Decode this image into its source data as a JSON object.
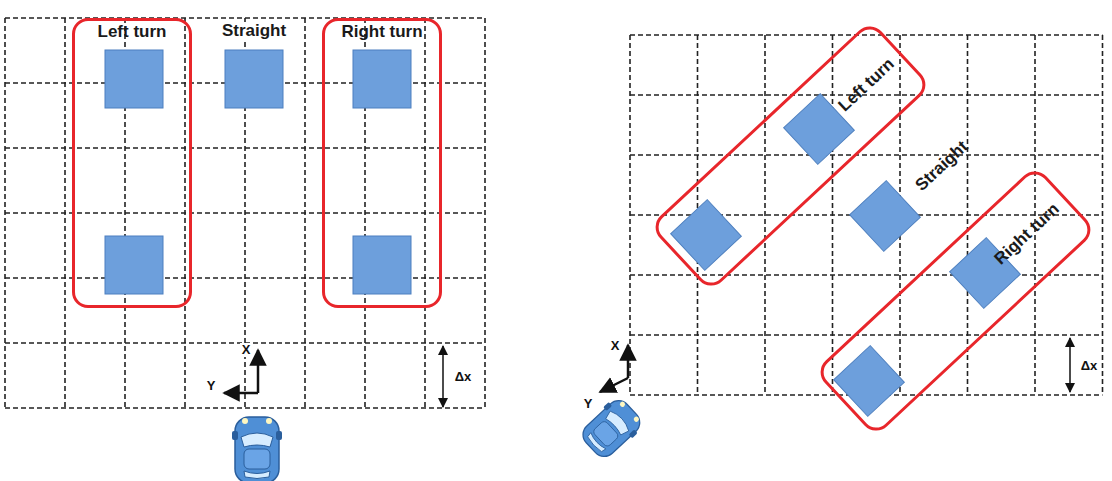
{
  "diagram": {
    "nodes": [
      {
        "text": [
          "Left turn"
        ]
      },
      {
        "text": [
          "Right turn"
        ]
      },
      {
        "text": [
          "Left turn"
        ]
      },
      {
        "text": [
          "Right turn"
        ]
      }
    ],
    "labels": [
      "Straight",
      "X",
      "Y",
      "Δx",
      "Straight",
      "X",
      "Y",
      "Δx"
    ]
  }
}
